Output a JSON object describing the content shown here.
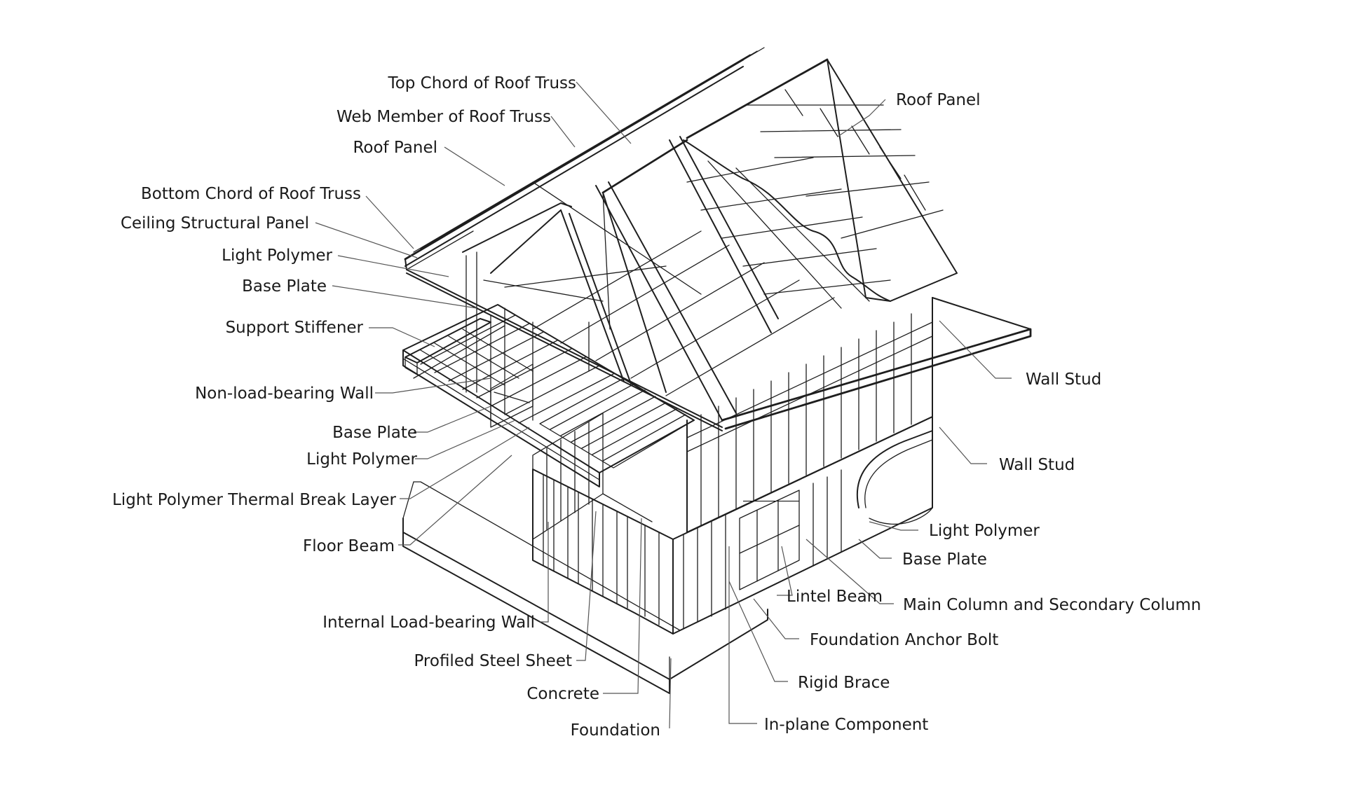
{
  "labels": {
    "top_chord_of_roof_truss": "Top Chord of Roof Truss",
    "web_member_of_roof_truss": "Web Member of Roof Truss",
    "roof_panel_left": "Roof Panel",
    "bottom_chord_of_roof_truss": "Bottom Chord of Roof Truss",
    "ceiling_structural_panel": "Ceiling Structural Panel",
    "light_polymer_upper": "Light Polymer",
    "base_plate_upper": "Base Plate",
    "support_stiffener": "Support Stiffener",
    "non_load_bearing_wall": "Non-load-bearing Wall",
    "base_plate_mid": "Base Plate",
    "light_polymer_mid": "Light Polymer",
    "light_polymer_thermal_break_layer": "Light Polymer Thermal Break Layer",
    "floor_beam": "Floor Beam",
    "internal_load_bearing_wall": "Internal Load-bearing Wall",
    "profiled_steel_sheet": "Profiled Steel Sheet",
    "concrete": "Concrete",
    "foundation": "Foundation",
    "roof_panel_right": "Roof Panel",
    "wall_stud_upper": "Wall Stud",
    "wall_stud_lower": "Wall Stud",
    "light_polymer_right": "Light Polymer",
    "base_plate_right": "Base Plate",
    "lintel_beam": "Lintel Beam",
    "main_column_and_secondary_column": "Main Column and Secondary Column",
    "foundation_anchor_bolt": "Foundation Anchor Bolt",
    "rigid_brace": "Rigid Brace",
    "in_plane_component": "In-plane Component"
  }
}
